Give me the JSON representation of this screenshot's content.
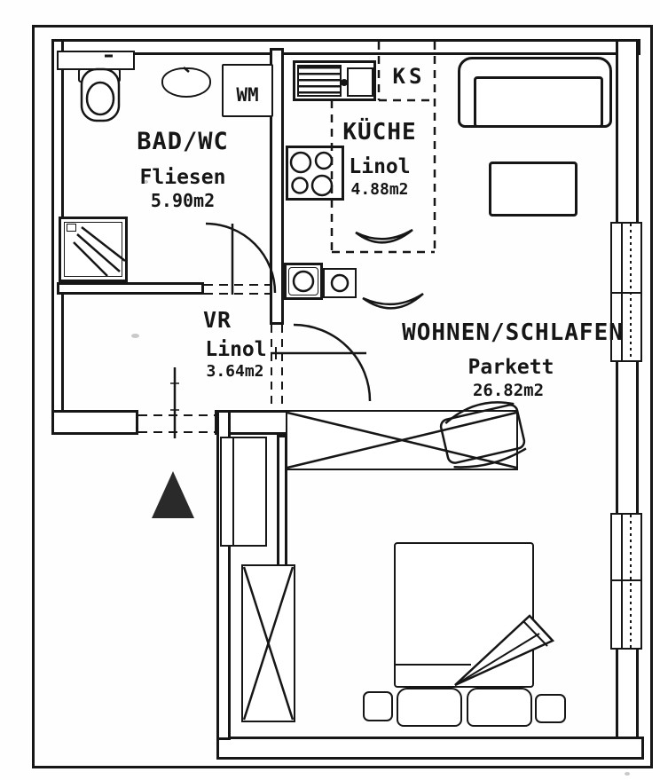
{
  "plan": {
    "title": "apartment-floor-plan",
    "rooms": [
      {
        "name": "BAD/WC",
        "floor": "Fliesen",
        "area": "5.90m2"
      },
      {
        "name": "KÜCHE",
        "floor": "Linol",
        "area": "4.88m2"
      },
      {
        "name": "VR",
        "floor": "Linol",
        "area": "3.64m2"
      },
      {
        "name": "WOHNEN/SCHLAFEN",
        "floor": "Parkett",
        "area": "26.82m2"
      }
    ],
    "appliances": [
      {
        "label": "WM"
      },
      {
        "label": "KS"
      }
    ],
    "colors": {
      "ink": "#161616",
      "paper": "#ffffff"
    }
  }
}
